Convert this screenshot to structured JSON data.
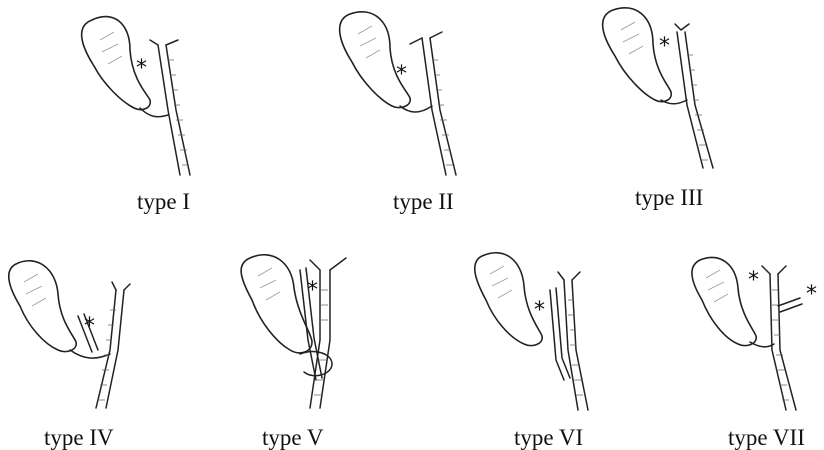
{
  "panels": [
    {
      "id": "type-1",
      "label": "type I",
      "annotations": [
        "*"
      ]
    },
    {
      "id": "type-2",
      "label": "type II",
      "annotations": [
        "*"
      ]
    },
    {
      "id": "type-3",
      "label": "type III",
      "annotations": [
        "*"
      ]
    },
    {
      "id": "type-4",
      "label": "type IV",
      "annotations": [
        "*"
      ]
    },
    {
      "id": "type-5",
      "label": "type V",
      "annotations": [
        "*"
      ]
    },
    {
      "id": "type-6",
      "label": "type VI",
      "annotations": [
        "*"
      ]
    },
    {
      "id": "type-7",
      "label": "type VII",
      "annotations": [
        "*",
        "*"
      ]
    }
  ],
  "colors": {
    "line": "#222222",
    "shade": "#9a9a9a",
    "background": "#ffffff"
  }
}
